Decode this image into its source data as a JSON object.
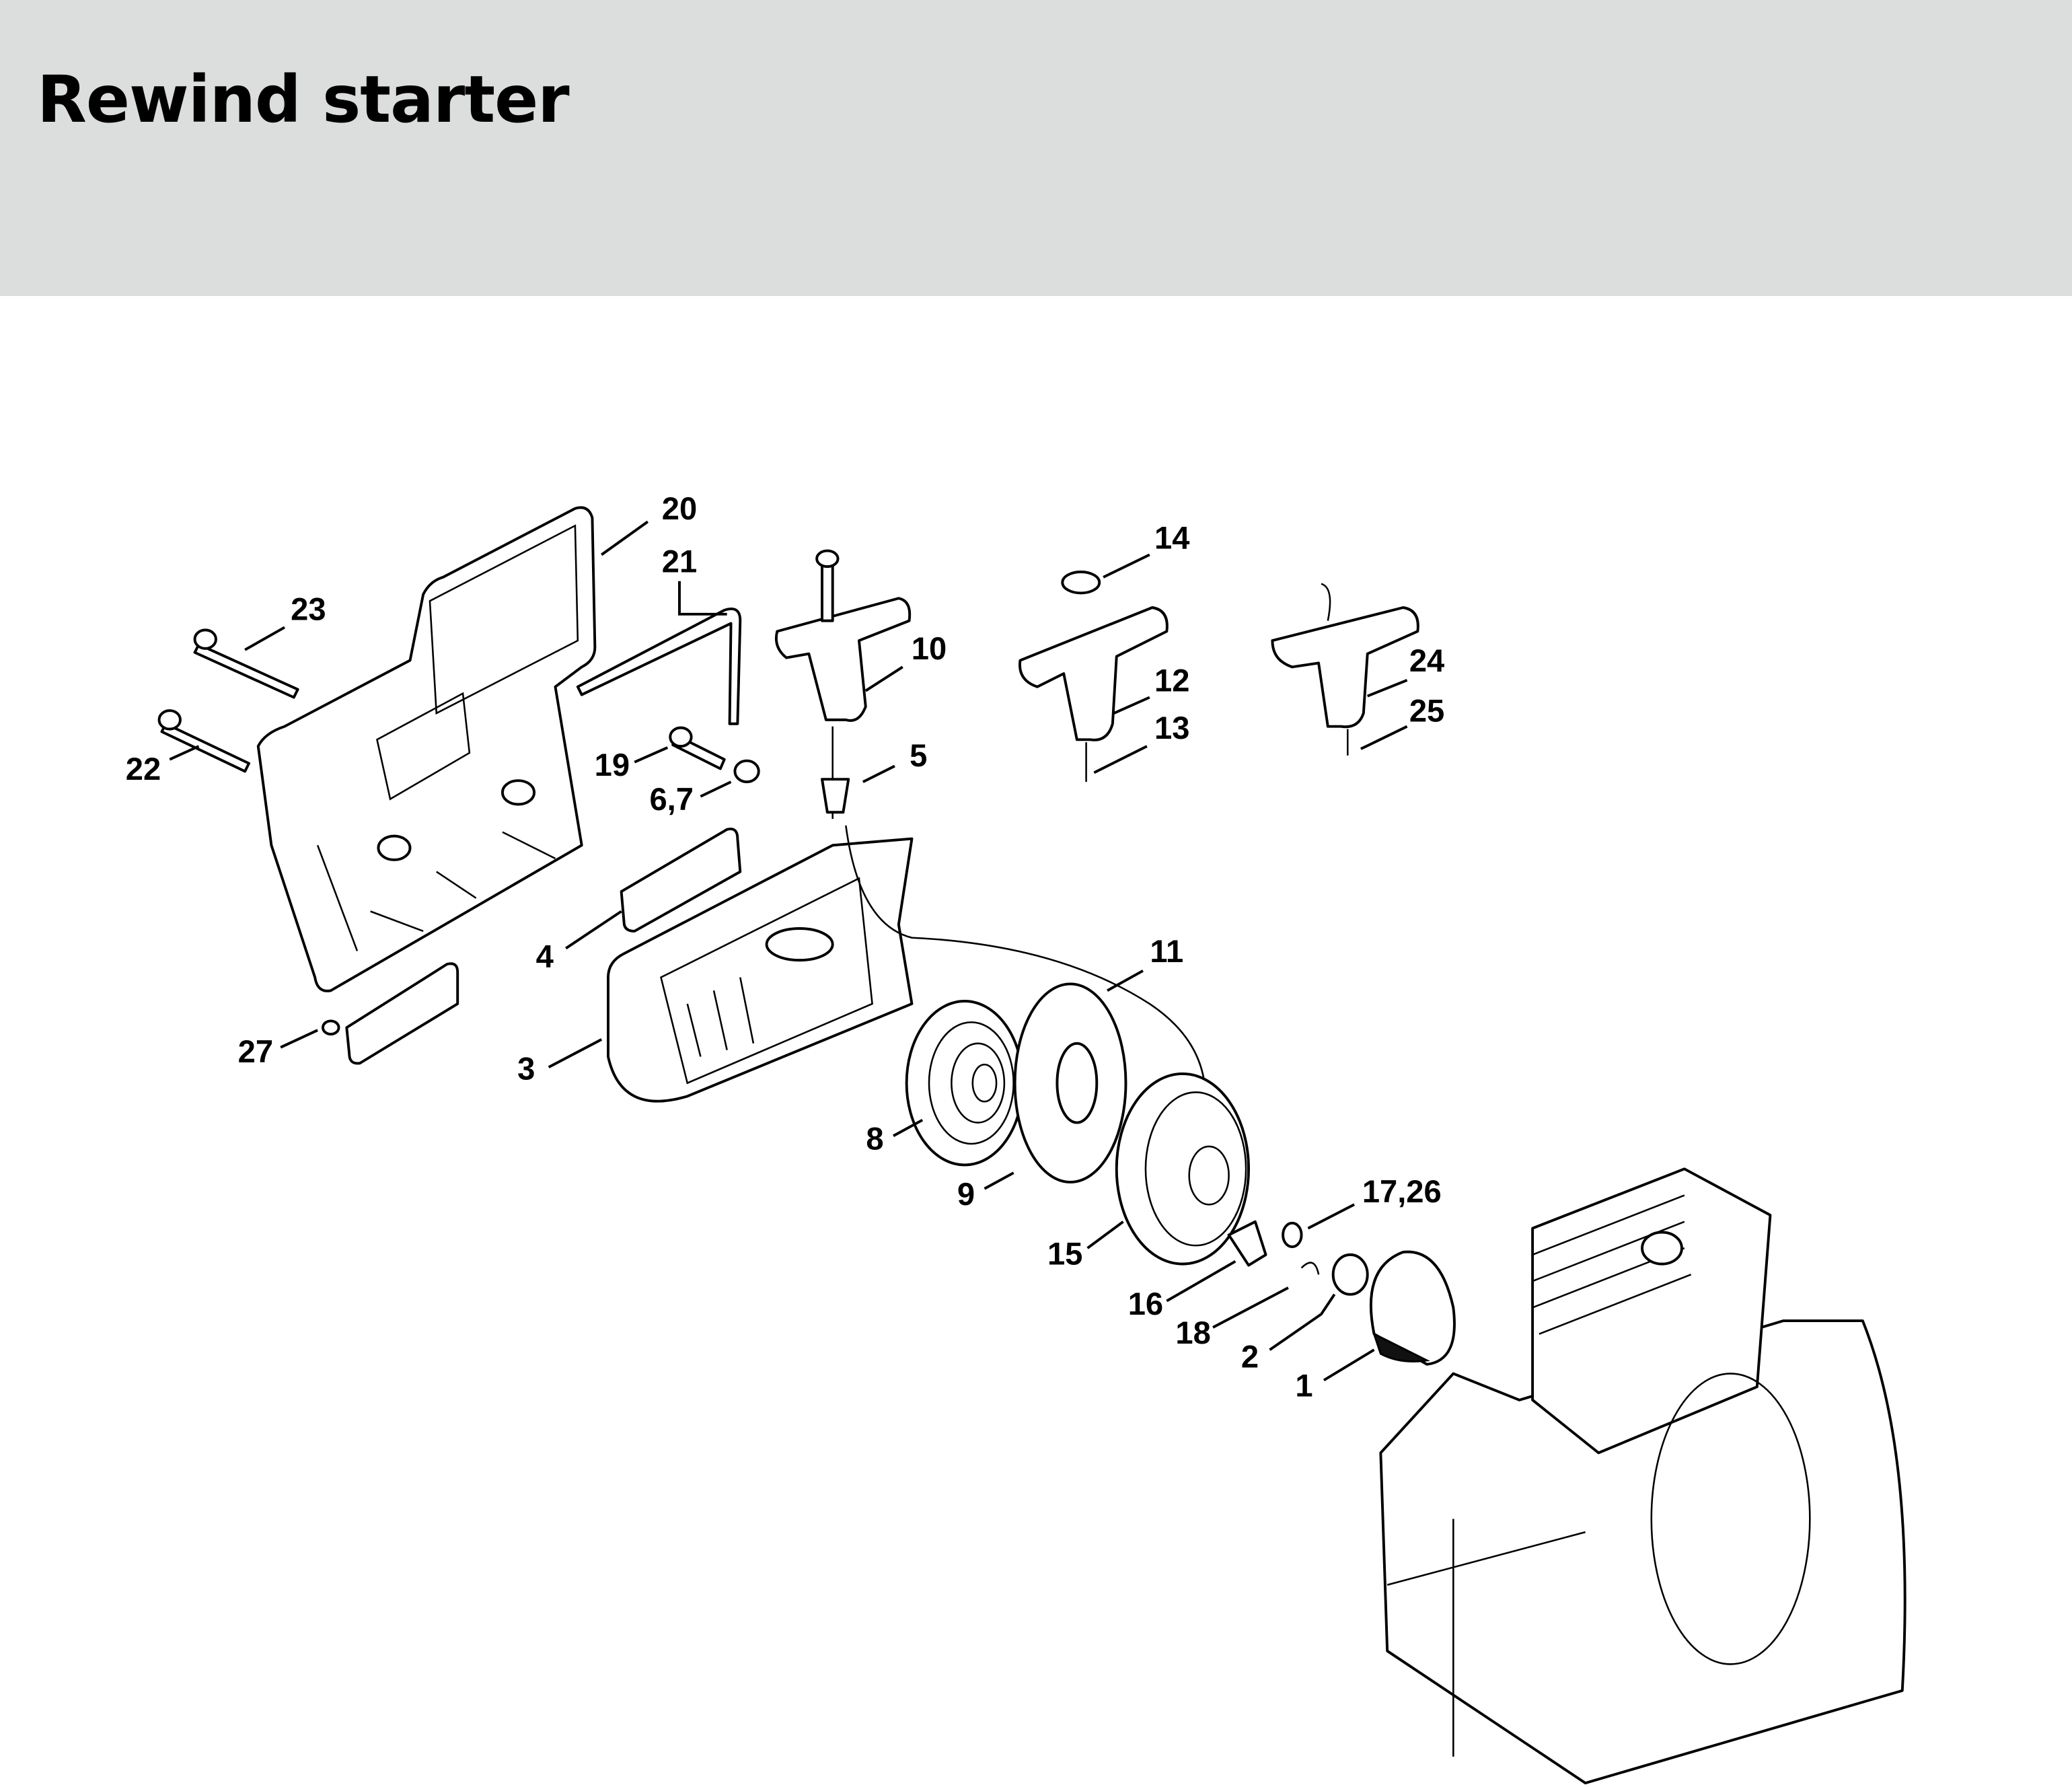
{
  "header": {
    "title": "Rewind starter",
    "background": "#dcdddd"
  },
  "callouts": [
    {
      "id": "20",
      "label": "20"
    },
    {
      "id": "21",
      "label": "21"
    },
    {
      "id": "23",
      "label": "23"
    },
    {
      "id": "14",
      "label": "14"
    },
    {
      "id": "10",
      "label": "10"
    },
    {
      "id": "12",
      "label": "12"
    },
    {
      "id": "24",
      "label": "24"
    },
    {
      "id": "13",
      "label": "13"
    },
    {
      "id": "25",
      "label": "25"
    },
    {
      "id": "22",
      "label": "22"
    },
    {
      "id": "19",
      "label": "19"
    },
    {
      "id": "6-7",
      "label": "6,7"
    },
    {
      "id": "5",
      "label": "5"
    },
    {
      "id": "4",
      "label": "4"
    },
    {
      "id": "11",
      "label": "11"
    },
    {
      "id": "27",
      "label": "27"
    },
    {
      "id": "3",
      "label": "3"
    },
    {
      "id": "8",
      "label": "8"
    },
    {
      "id": "9",
      "label": "9"
    },
    {
      "id": "17-26",
      "label": "17,26"
    },
    {
      "id": "15",
      "label": "15"
    },
    {
      "id": "16",
      "label": "16"
    },
    {
      "id": "18",
      "label": "18"
    },
    {
      "id": "2",
      "label": "2"
    },
    {
      "id": "1",
      "label": "1"
    }
  ]
}
